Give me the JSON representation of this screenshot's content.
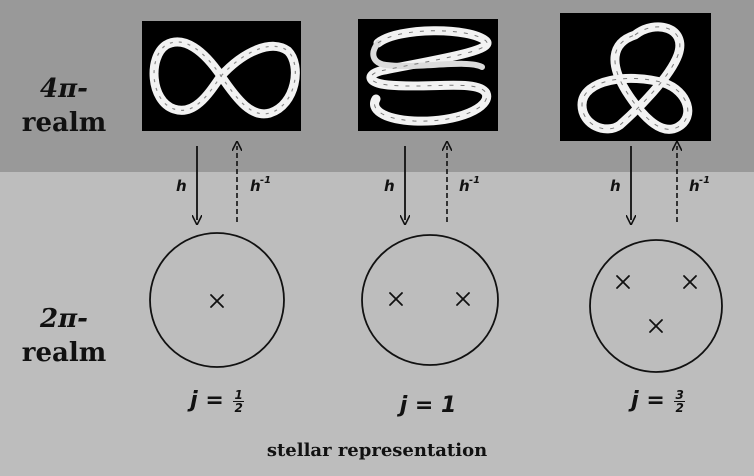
{
  "realms": {
    "top": {
      "line1": "4π-",
      "line2": "realm"
    },
    "bottom": {
      "line1": "2π-",
      "line2": "realm"
    }
  },
  "maps": {
    "forward": "h",
    "inverse_base": "h",
    "inverse_sup": "-1"
  },
  "columns": [
    {
      "j_prefix": "j = ",
      "j_value": "",
      "j_num": "1",
      "j_den": "2",
      "stars": 1
    },
    {
      "j_prefix": "j = ",
      "j_value": "1",
      "j_num": "",
      "j_den": "",
      "stars": 2
    },
    {
      "j_prefix": "j = ",
      "j_value": "",
      "j_num": "3",
      "j_den": "2",
      "stars": 3
    }
  ],
  "caption": "stellar representation",
  "colors": {
    "top_band": "#999999",
    "bottom_band": "#bdbdbd",
    "ink": "#111111",
    "knot_background": "#000000",
    "ribbon": "#f2f2f2"
  }
}
